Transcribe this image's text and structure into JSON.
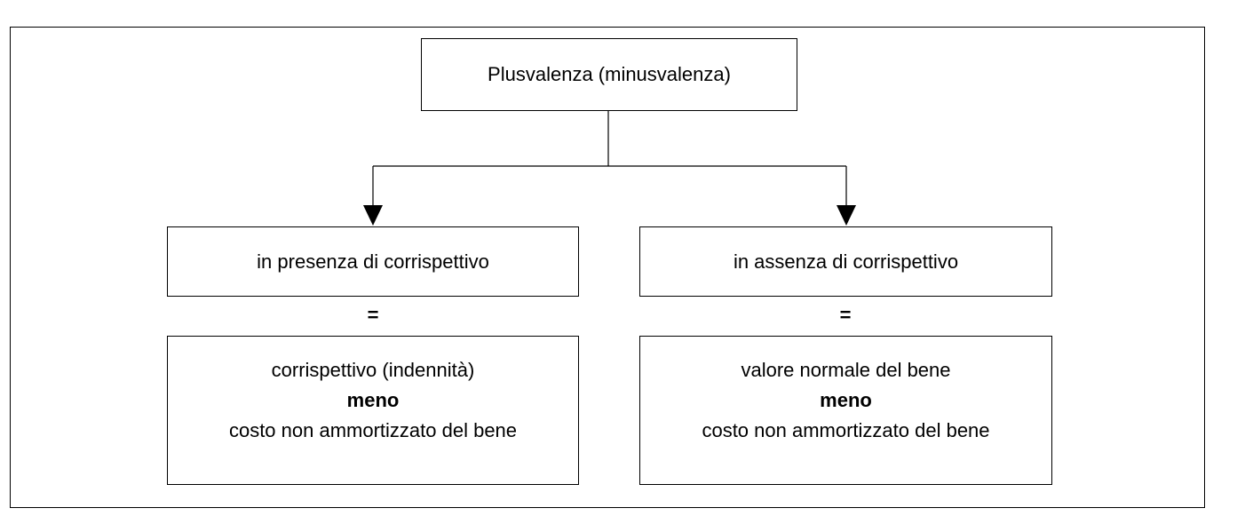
{
  "diagram": {
    "root": {
      "label": "Plusvalenza (minusvalenza)"
    },
    "cases": [
      {
        "label": "in presenza di corrispettivo",
        "equals": "=",
        "formula": {
          "line1": "corrispettivo (indennità)",
          "operator": "meno",
          "line2": "costo non ammortizzato del bene"
        }
      },
      {
        "label": "in assenza di corrispettivo",
        "equals": "=",
        "formula": {
          "line1": "valore normale del bene",
          "operator": "meno",
          "line2": "costo non ammortizzato del bene"
        }
      }
    ],
    "colors": {
      "line": "#000000",
      "background": "#ffffff"
    }
  }
}
